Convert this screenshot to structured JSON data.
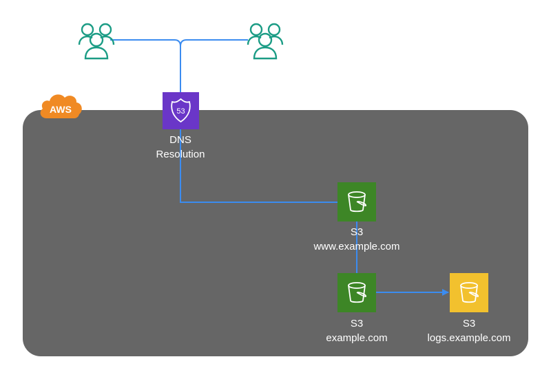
{
  "colors": {
    "panel": "#666666",
    "connector": "#3b8cf0",
    "users_icon": "#1b9c85",
    "route53_tile": "#6a36c8",
    "s3_tile": "#3d8626",
    "s3_logs_tile": "#f2c12e",
    "aws_badge": "#f08a24",
    "label_text": "#ffffff"
  },
  "aws_badge": {
    "text": "AWS",
    "icon": "cloud-icon"
  },
  "users": [
    {
      "icon": "users-group-icon"
    },
    {
      "icon": "users-group-icon"
    }
  ],
  "route53": {
    "icon": "route53-shield-icon",
    "badge_text": "53",
    "label_line1": "DNS",
    "label_line2": "Resolution"
  },
  "buckets": {
    "www": {
      "icon": "s3-bucket-icon",
      "label_line1": "S3",
      "label_line2": "www.example.com"
    },
    "root": {
      "icon": "s3-bucket-icon",
      "label_line1": "S3",
      "label_line2": "example.com"
    },
    "logs": {
      "icon": "s3-bucket-icon",
      "label_line1": "S3",
      "label_line2": "logs.example.com"
    }
  },
  "connections": [
    {
      "from": "users-left",
      "to": "route53",
      "arrow": false
    },
    {
      "from": "users-right",
      "to": "route53",
      "arrow": false
    },
    {
      "from": "route53",
      "to": "s3-www",
      "arrow": false
    },
    {
      "from": "s3-www",
      "to": "s3-root",
      "arrow": false
    },
    {
      "from": "s3-root",
      "to": "s3-logs",
      "arrow": true
    }
  ]
}
